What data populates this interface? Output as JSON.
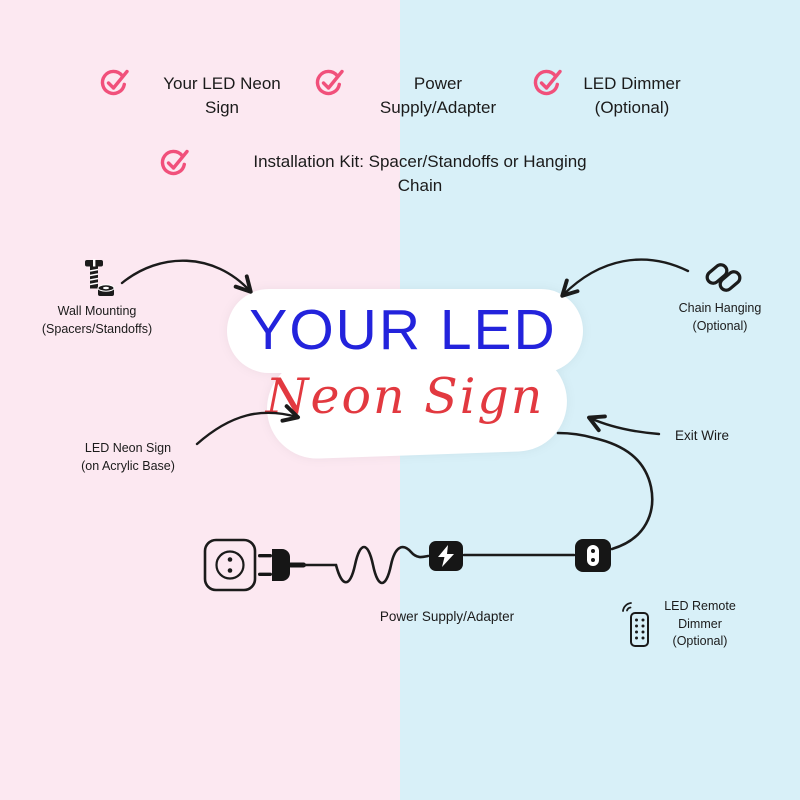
{
  "colors": {
    "background_left_pink": "#fce8f1",
    "background_right_blue": "#d8f0f8",
    "checkmark_pink": "#f1507b",
    "text_black": "#1b1b1b",
    "sign_title_blue": "#2323dc",
    "sign_script_red": "#e23940",
    "acrylic_base_white": "#ffffff",
    "wire_black": "#1b1b1b"
  },
  "checklist": [
    {
      "text": "Your LED Neon\nSign"
    },
    {
      "text": "Power\nSupply/Adapter"
    },
    {
      "text": "LED Dimmer\n(Optional)"
    },
    {
      "text": "Installation Kit: Spacer/Standoffs or Hanging\nChain"
    }
  ],
  "sign": {
    "title": "YOUR LED",
    "script": "Neon Sign"
  },
  "labels": {
    "wall_mounting": "Wall Mounting\n(Spacers/Standoffs)",
    "chain_hanging": "Chain Hanging\n(Optional)",
    "led_neon_sign": "LED Neon Sign\n(on Acrylic Base)",
    "exit_wire": "Exit Wire",
    "power_supply": "Power Supply/Adapter",
    "led_remote_dimmer": "LED Remote\nDimmer\n(Optional)"
  },
  "icons": {
    "check": "check-icon (pink circled checkmark)",
    "screw": "screw-and-standoff-icon",
    "chain": "chain-links-icon",
    "outlet": "wall-outlet-icon",
    "plug": "power-plug-icon",
    "adapter": "power-adapter-lightning-icon",
    "dimmer": "inline-dimmer-switch-icon",
    "remote": "remote-control-icon"
  }
}
